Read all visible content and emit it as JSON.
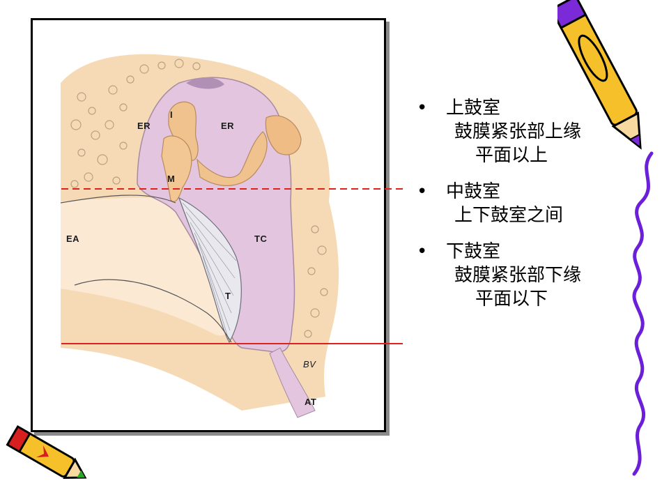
{
  "diagram": {
    "labels": {
      "er_left": "ER",
      "incus": "I",
      "er_right": "ER",
      "malleus": "M",
      "ea": "EA",
      "tc": "TC",
      "tympanic": "T",
      "signature": "BV",
      "at": "AT"
    }
  },
  "bullets": [
    {
      "title": "上鼓室",
      "desc_line1": "鼓膜紧张部上缘",
      "desc_line2": "平面以上"
    },
    {
      "title": "中鼓室",
      "desc_line1": "上下鼓室之间"
    },
    {
      "title": "下鼓室",
      "desc_line1": "鼓膜紧张部下缘",
      "desc_line2": "平面以下"
    }
  ],
  "bullet_symbol": "•",
  "colors": {
    "dashed_line": "#e0201c",
    "solid_line": "#e0201c",
    "bone": "#f3c99a",
    "cavity": "#e3c4df",
    "squiggle": "#6b1fd8"
  }
}
